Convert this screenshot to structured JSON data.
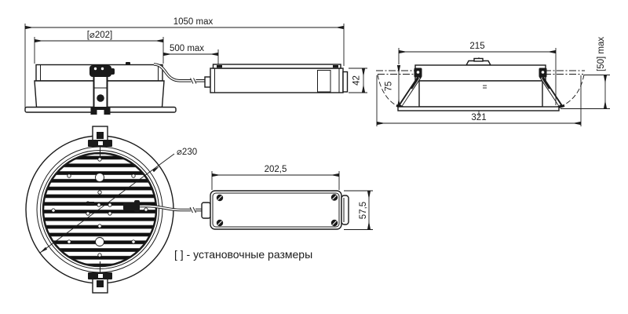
{
  "note_text": "[ ] - установочные размеры",
  "dims": {
    "d1050": "1050 max",
    "d202": "[⌀202]",
    "d500": "500 max",
    "d42": "42",
    "d215": "215",
    "d50": "[50] max",
    "d75": "75",
    "d321": "321",
    "d230": "⌀230",
    "d2025": "202,5",
    "d575": "57,5"
  },
  "colors": {
    "line": "#1a1a1a",
    "background": "#ffffff"
  }
}
